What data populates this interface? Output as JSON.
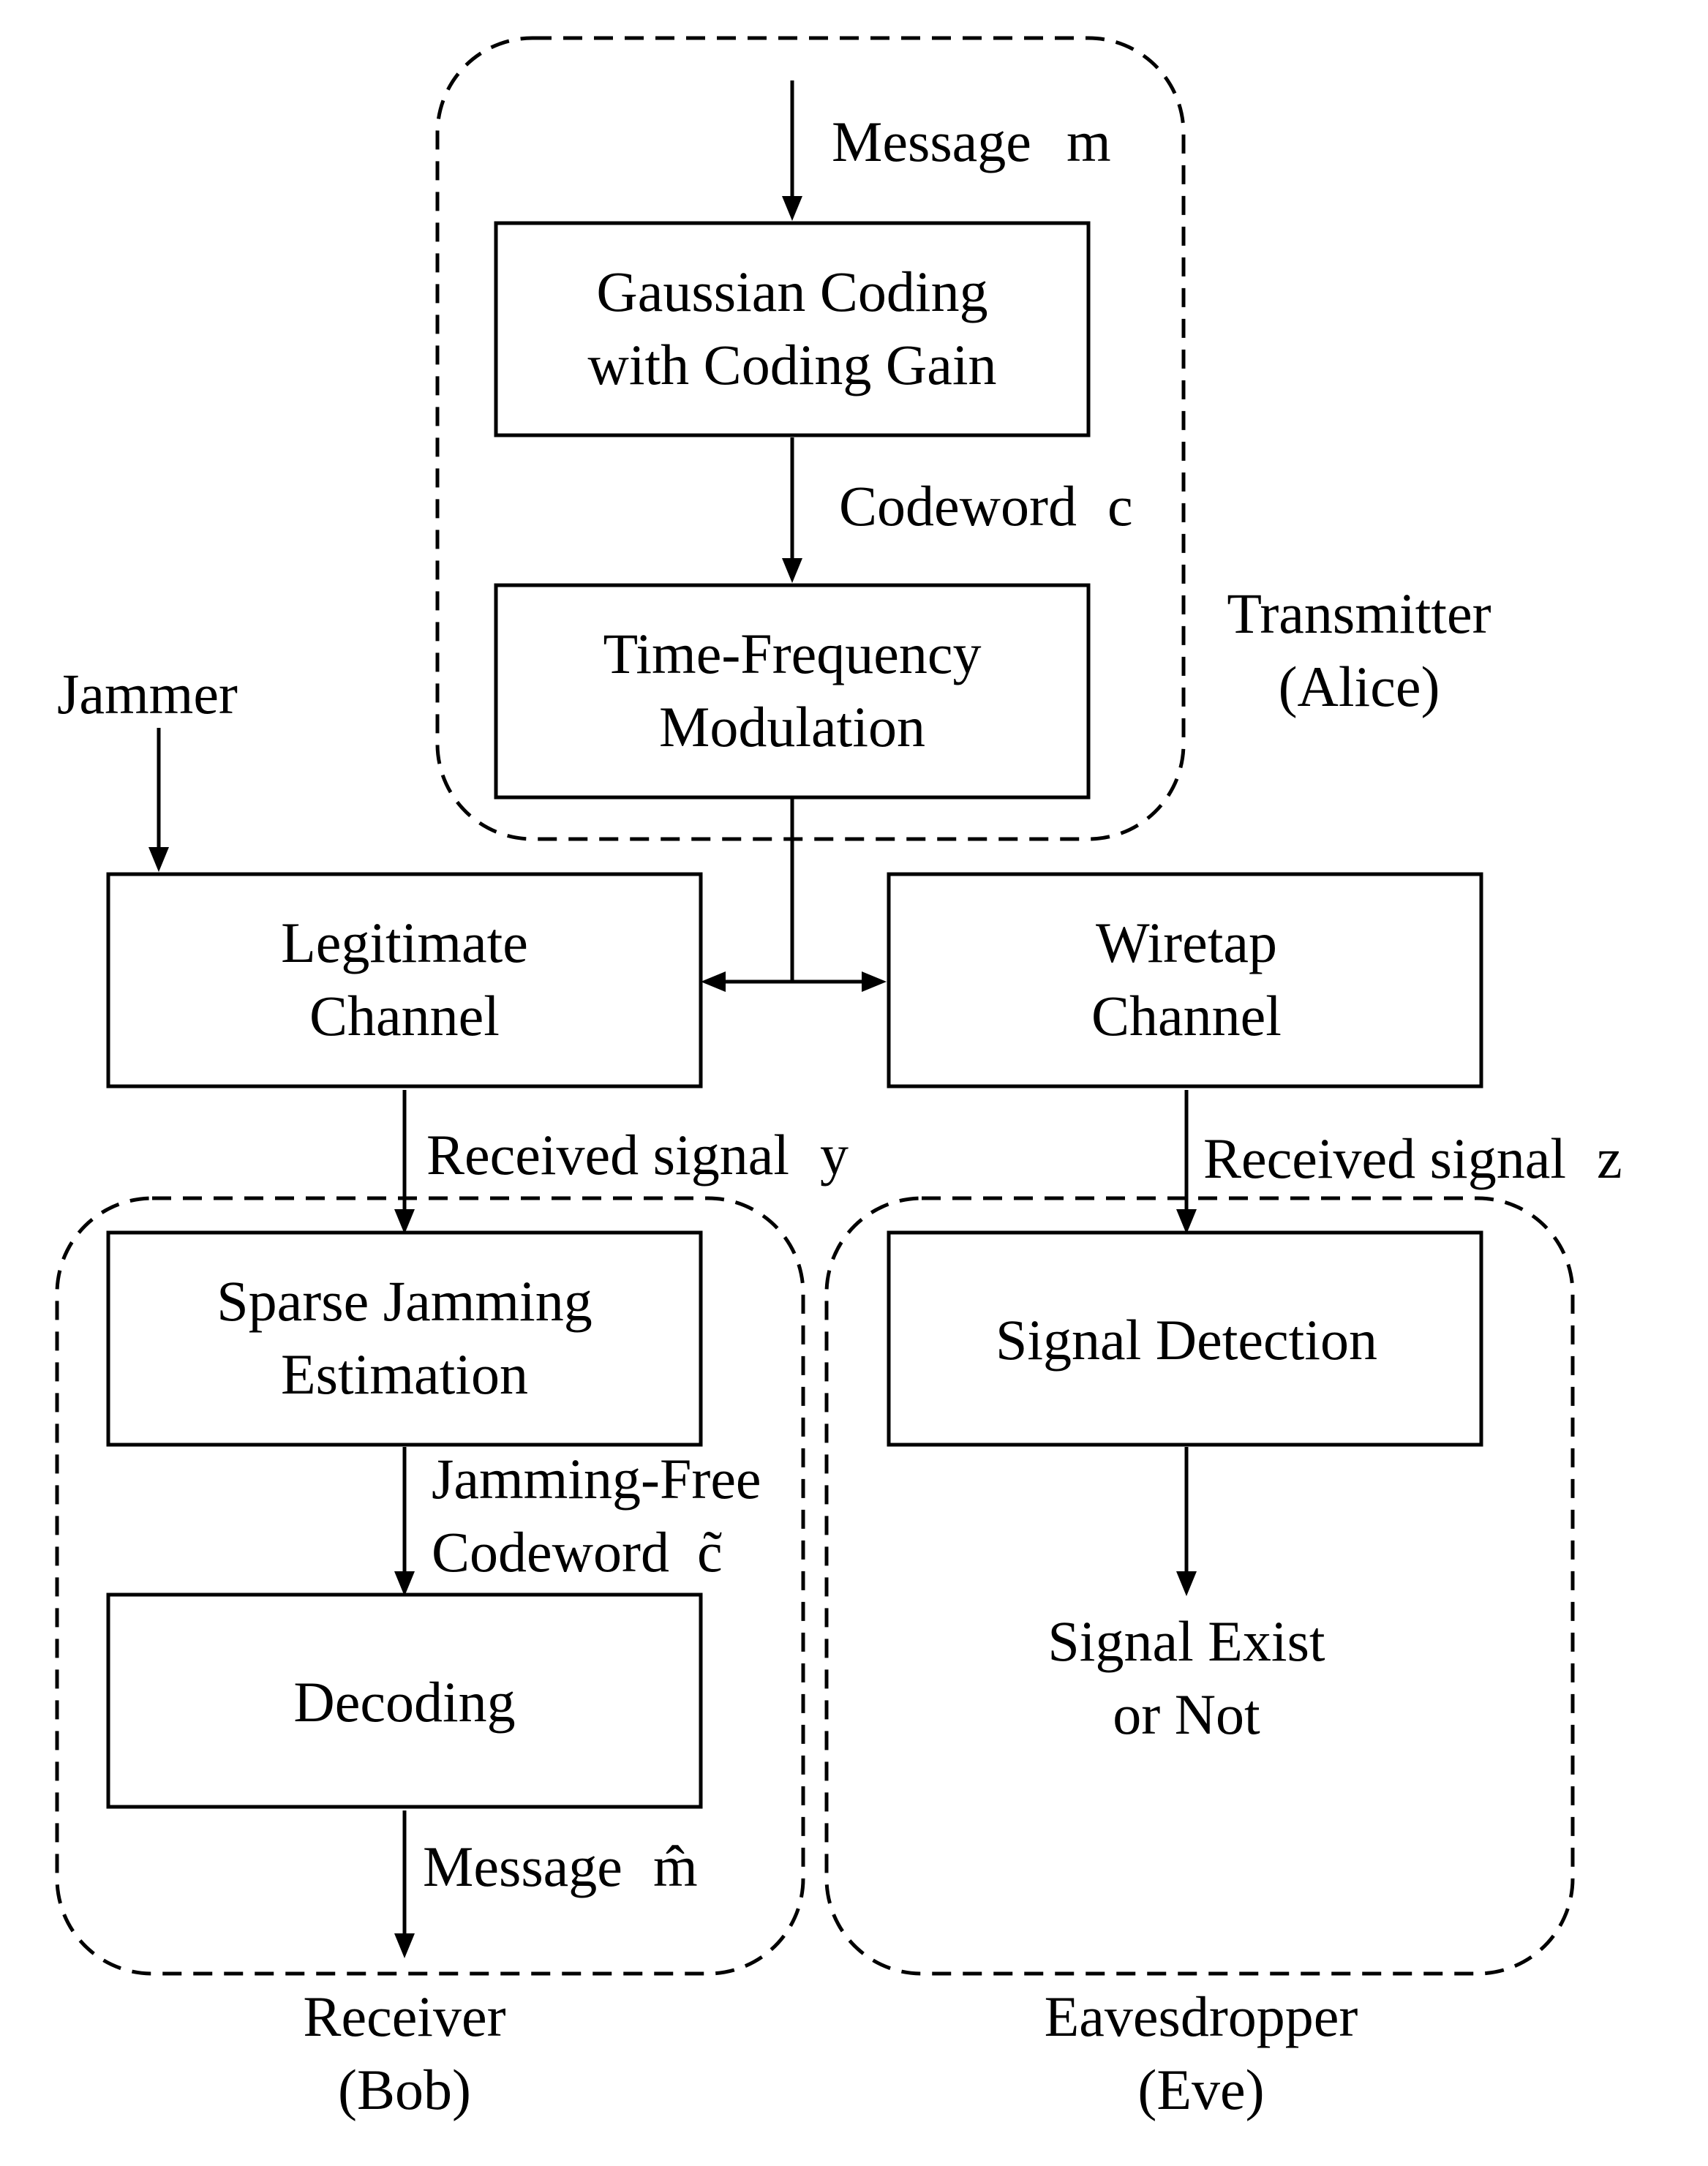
{
  "groups": {
    "transmitter": {
      "line1": "Transmitter",
      "line2": "(Alice)"
    },
    "receiver": {
      "line1": "Receiver",
      "line2": "(Bob)"
    },
    "eavesdropper": {
      "line1": "Eavesdropper",
      "line2": "(Eve)"
    }
  },
  "boxes": {
    "gaussian_coding": {
      "line1": "Gaussian Coding",
      "line2": "with Coding Gain"
    },
    "tf_modulation": {
      "line1": "Time-Frequency",
      "line2": "Modulation"
    },
    "legitimate_channel": {
      "line1": "Legitimate",
      "line2": "Channel"
    },
    "wiretap_channel": {
      "line1": "Wiretap",
      "line2": "Channel"
    },
    "sparse_jamming": {
      "line1": "Sparse Jamming",
      "line2": "Estimation"
    },
    "decoding": {
      "line1": "Decoding"
    },
    "signal_detection": {
      "line1": "Signal Detection"
    }
  },
  "labels": {
    "message_in": {
      "text": "Message",
      "symbol": "m"
    },
    "codeword": {
      "text": "Codeword",
      "symbol": "c"
    },
    "jammer": {
      "text": "Jammer"
    },
    "received_y": {
      "text": "Received signal",
      "symbol": "y"
    },
    "received_z": {
      "text": "Received signal",
      "symbol": "z"
    },
    "jamming_free": {
      "line1": "Jamming-Free",
      "line2": "Codeword",
      "symbol": "c̃"
    },
    "message_out": {
      "text": "Message",
      "symbol": "m̂"
    },
    "signal_exist": {
      "line1": "Signal Exist",
      "line2": "or Not"
    }
  }
}
